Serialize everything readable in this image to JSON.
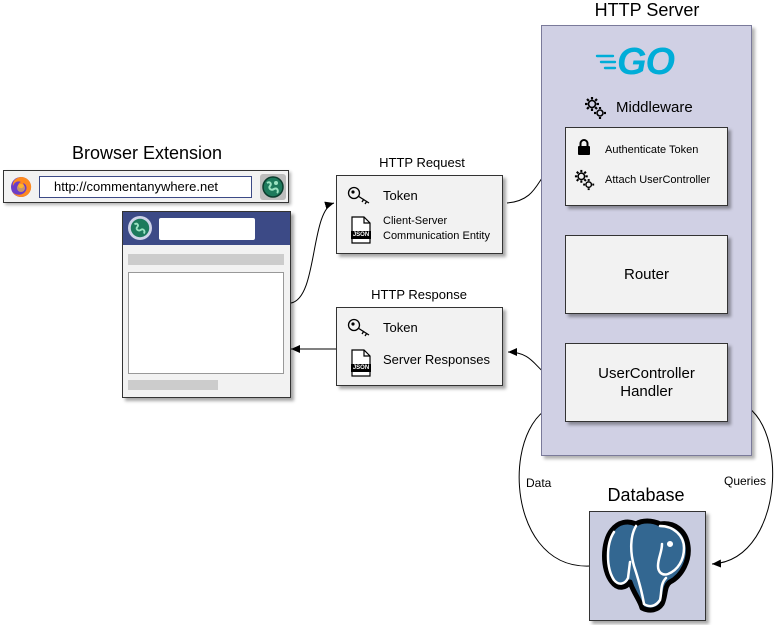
{
  "colors": {
    "go_blue": "#00ADD8",
    "server_bg": "#D0D0E4",
    "db_bg": "#C9CCE0",
    "box_bg": "#F2F2F2",
    "browser_header": "#3C4A86",
    "postgres_blue": "#336791"
  },
  "browser": {
    "title": "Browser Extension",
    "url": "http://commentanywhere.net",
    "firefox_icon": "firefox-icon",
    "extension_icon": "globe-logo-icon"
  },
  "http_request": {
    "title": "HTTP Request",
    "token_label": "Token",
    "entity_label_line1": "Client-Server",
    "entity_label_line2": "Communication Entity",
    "json_badge": "JSON"
  },
  "http_response": {
    "title": "HTTP Response",
    "token_label": "Token",
    "responses_label": "Server Responses",
    "json_badge": "JSON"
  },
  "server": {
    "title": "HTTP Server",
    "go_logo": "GO",
    "middleware_label": "Middleware",
    "middleware_items": [
      "Authenticate Token",
      "Attach UserController"
    ],
    "router_label": "Router",
    "handler_line1": "UserController",
    "handler_line2": "Handler"
  },
  "database": {
    "title": "Database",
    "data_label": "Data",
    "queries_label": "Queries",
    "logo": "postgresql-elephant-icon"
  }
}
